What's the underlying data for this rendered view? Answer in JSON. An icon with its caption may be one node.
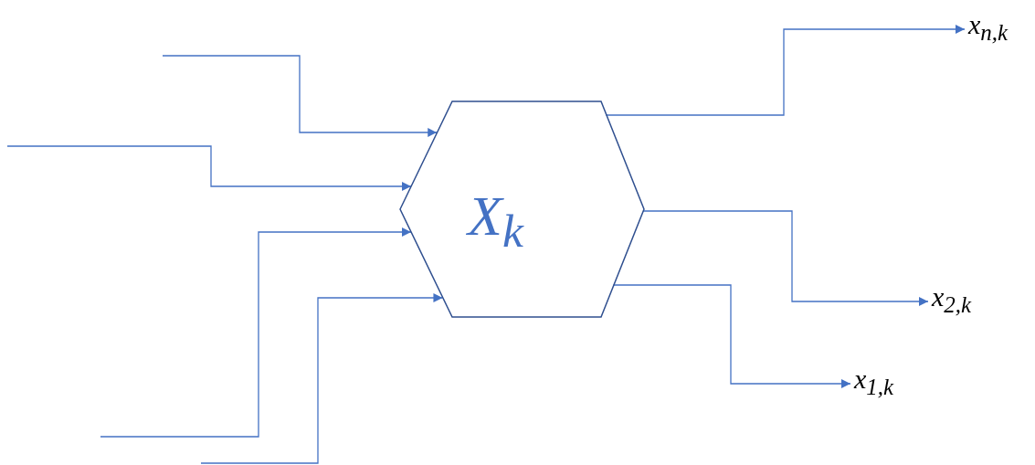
{
  "diagram": {
    "nodes": [
      {
        "text": [
          "X$_{k}$"
        ]
      },
      {
        "text": [
          "x$_{n,k}$"
        ]
      },
      {
        "text": [
          "x$_{2,k}$"
        ]
      },
      {
        "text": [
          "x$_{1,k}$"
        ]
      }
    ],
    "edges": [
      {
        "from": null,
        "to": 0,
        "arrow": "to"
      },
      {
        "from": null,
        "to": 0,
        "arrow": "to"
      },
      {
        "from": null,
        "to": 0,
        "arrow": "to"
      },
      {
        "from": null,
        "to": 0,
        "arrow": "to"
      },
      {
        "from": 0,
        "to": 1,
        "arrow": "to"
      },
      {
        "from": 0,
        "to": 2,
        "arrow": "to"
      },
      {
        "from": 0,
        "to": 3,
        "arrow": "to"
      }
    ]
  }
}
